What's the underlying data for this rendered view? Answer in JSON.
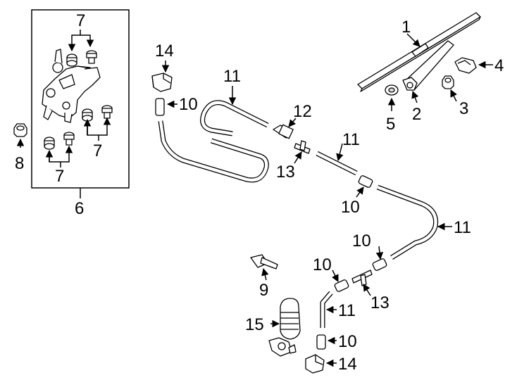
{
  "callouts": {
    "c1": "1",
    "c2": "2",
    "c3": "3",
    "c4": "4",
    "c5": "5",
    "c6": "6",
    "c7_top": "7",
    "c7_right": "7",
    "c7_bottom": "7",
    "c8": "8",
    "c9": "9",
    "c10_a": "10",
    "c10_b": "10",
    "c10_c": "10",
    "c10_d": "10",
    "c10_e": "10",
    "c11_a": "11",
    "c11_b": "11",
    "c11_c": "11",
    "c11_d": "11",
    "c12": "12",
    "c13_a": "13",
    "c13_b": "13",
    "c14_a": "14",
    "c14_b": "14",
    "c15": "15"
  },
  "colors": {
    "line": "#000000",
    "background": "#ffffff",
    "shade": "#d9d9d9"
  }
}
